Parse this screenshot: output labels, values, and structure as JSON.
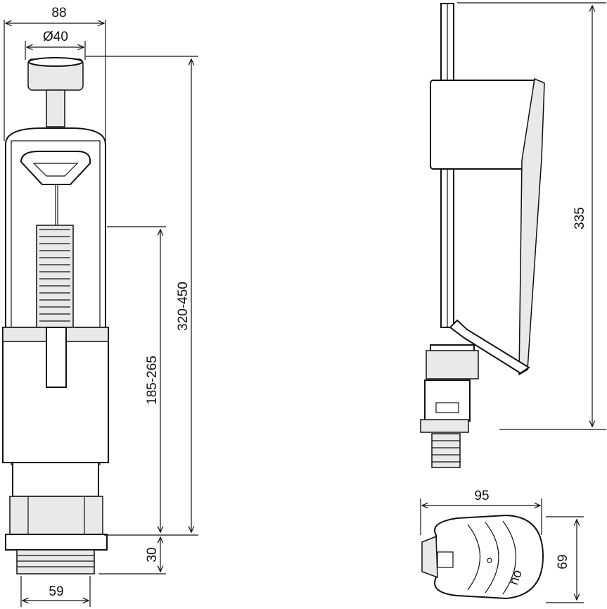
{
  "dimensions": {
    "width_overall": "88",
    "button_diameter": "Ø40",
    "height_range": "320-450",
    "overflow_range": "185-265",
    "thread_height": "30",
    "thread_width": "59",
    "fill_valve_height": "335",
    "float_width": "95",
    "float_height": "69"
  },
  "float_logo": "no"
}
